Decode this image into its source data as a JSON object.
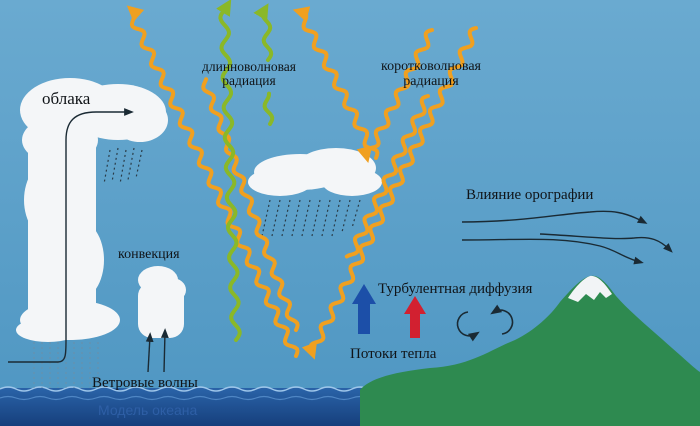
{
  "labels": {
    "clouds": "облака",
    "longwave_line1": "длинноволновая",
    "longwave_line2": "радиация",
    "shortwave_line1": "коротковолновая",
    "shortwave_line2": "радиация",
    "convection": "конвекция",
    "orography": "Влияние орографии",
    "turbulent_diffusion": "Турбулентная диффузия",
    "heat_flows": "Потоки тепла",
    "wind_waves": "Ветровые волны",
    "ocean_model": "Модель океана"
  },
  "colors": {
    "sky": "#5aa0c8",
    "cloud": "#f4f6f8",
    "shortwave": "#f0a020",
    "longwave": "#8ab828",
    "ocean": "#1c4f90",
    "mountain": "#2e8a50",
    "heat_up": "#1c4fa8",
    "heat_down": "#d22030",
    "ocean_label": "#2e5fa6"
  },
  "icons": [
    "up-arrow-icon",
    "rotation-icon"
  ]
}
